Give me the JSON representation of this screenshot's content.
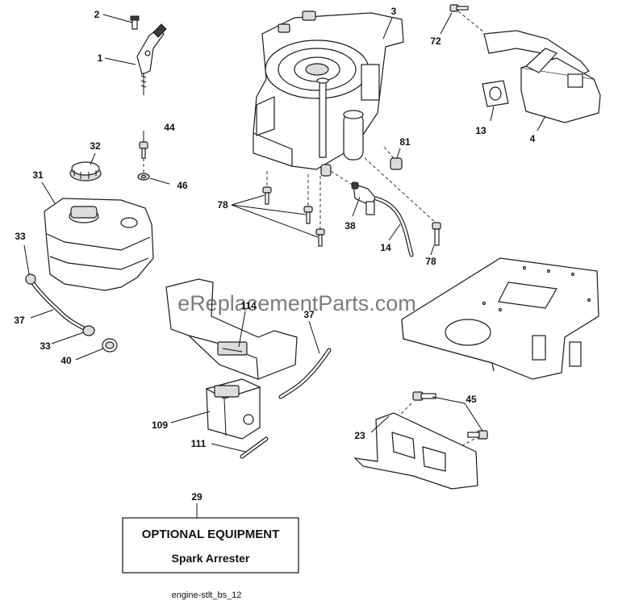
{
  "watermark": "eReplacementParts.com",
  "caption": "engine-stlt_bs_12",
  "optional_box": {
    "title": "OPTIONAL EQUIPMENT",
    "subtitle": "Spark Arrester"
  },
  "callouts": {
    "c1": "1",
    "c2": "2",
    "c3": "3",
    "c4": "4",
    "c13": "13",
    "c14": "14",
    "c23": "23",
    "c29": "29",
    "c31": "31",
    "c32": "32",
    "c33a": "33",
    "c33b": "33",
    "c37a": "37",
    "c37b": "37",
    "c38": "38",
    "c40": "40",
    "c44": "44",
    "c45": "45",
    "c46": "46",
    "c72": "72",
    "c78a": "78",
    "c78b": "78",
    "c81": "81",
    "c109": "109",
    "c111": "111",
    "c114": "114"
  }
}
